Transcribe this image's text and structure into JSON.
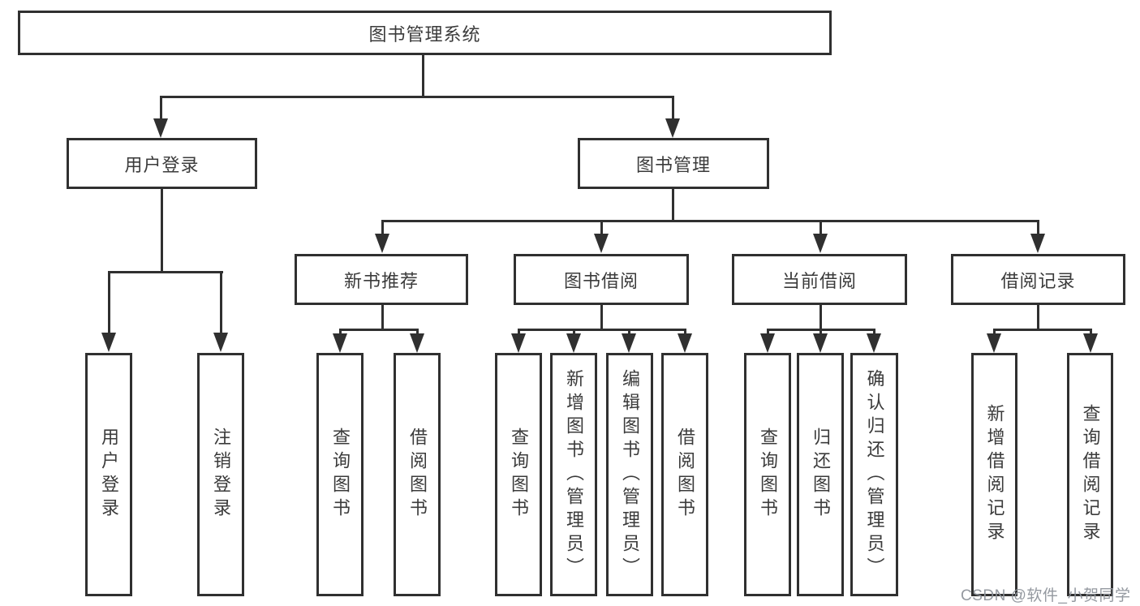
{
  "diagram": {
    "title": "图书管理系统",
    "root": {
      "label": "图书管理系统"
    },
    "level2": [
      {
        "label": "用户登录"
      },
      {
        "label": "图书管理"
      }
    ],
    "level3": [
      {
        "label": "新书推荐"
      },
      {
        "label": "图书借阅"
      },
      {
        "label": "当前借阅"
      },
      {
        "label": "借阅记录"
      }
    ],
    "leaves": [
      {
        "label": "用户登录",
        "parent": "用户登录"
      },
      {
        "label": "注销登录",
        "parent": "用户登录"
      },
      {
        "label": "查询图书",
        "parent": "新书推荐"
      },
      {
        "label": "借阅图书",
        "parent": "新书推荐"
      },
      {
        "label": "查询图书",
        "parent": "图书借阅"
      },
      {
        "label": "新增图书（管理员）",
        "parent": "图书借阅"
      },
      {
        "label": "编辑图书（管理员）",
        "parent": "图书借阅"
      },
      {
        "label": "借阅图书",
        "parent": "图书借阅"
      },
      {
        "label": "查询图书",
        "parent": "当前借阅"
      },
      {
        "label": "归还图书",
        "parent": "当前借阅"
      },
      {
        "label": "确认归还（管理员）",
        "parent": "当前借阅"
      },
      {
        "label": "新增借阅记录",
        "parent": "借阅记录"
      },
      {
        "label": "查询借阅记录",
        "parent": "借阅记录"
      }
    ]
  },
  "watermark": {
    "text": "CSDN @软件_小贺同学"
  },
  "colors": {
    "line": "#303030",
    "text": "#3b3b3b",
    "watermark": "#8e949b",
    "background": "#ffffff"
  }
}
